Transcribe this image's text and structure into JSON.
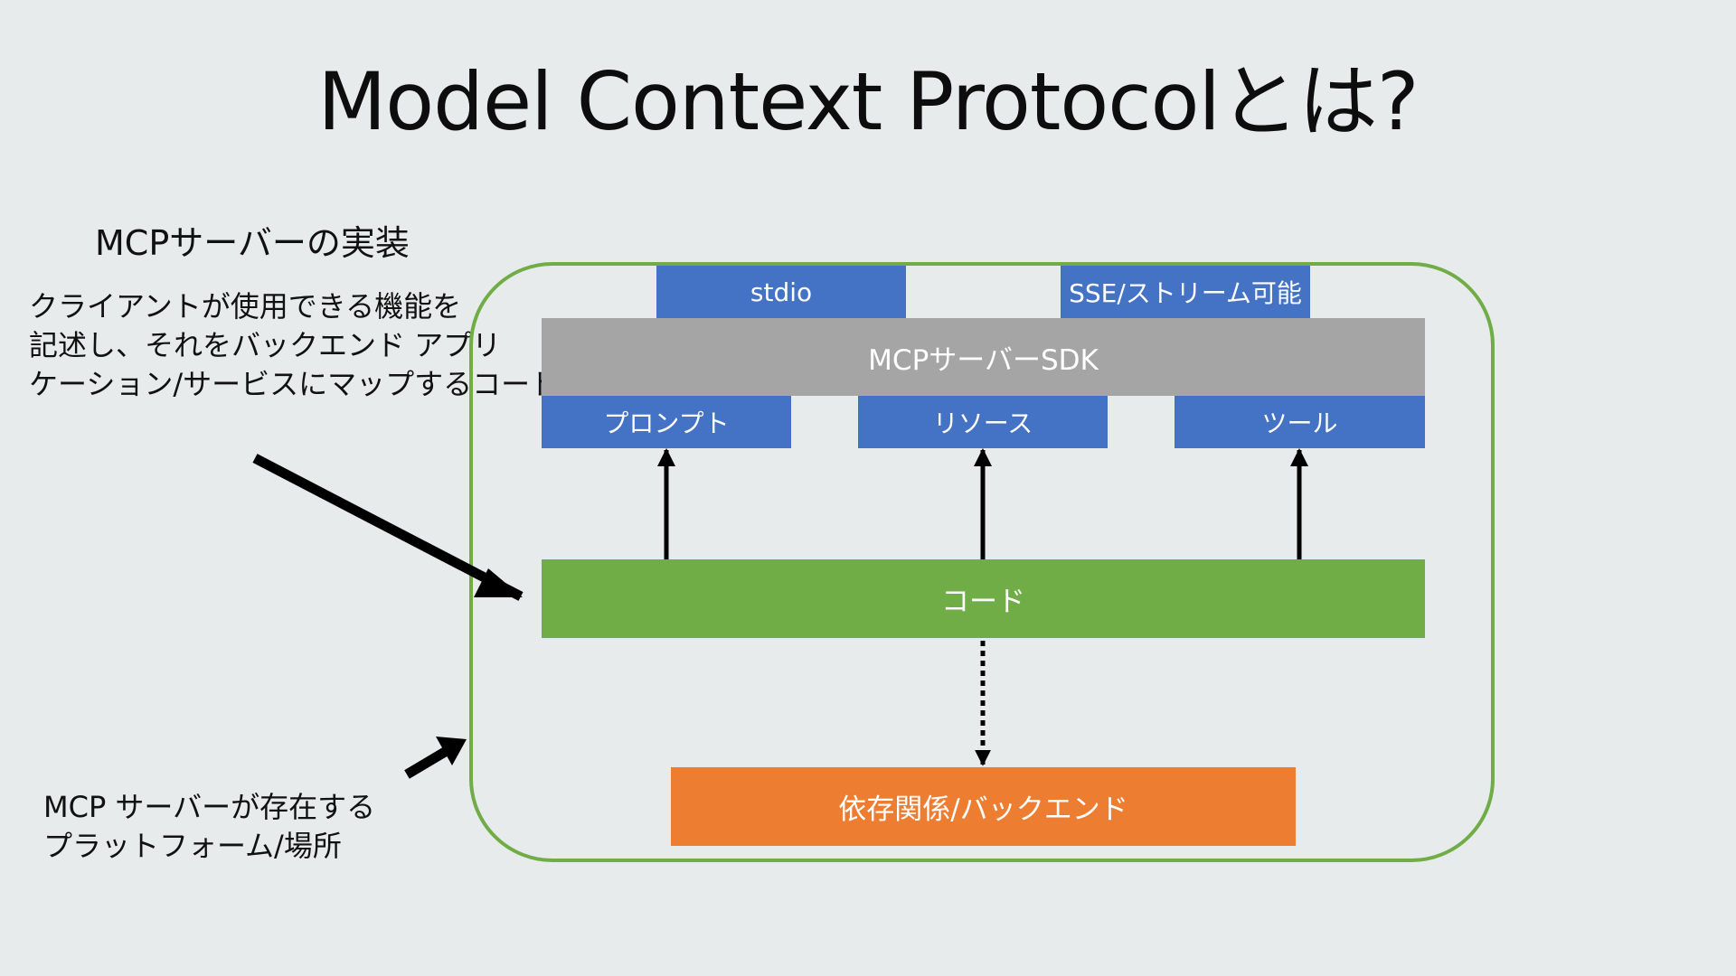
{
  "title": "Model Context Protocolとは?",
  "left_panel": {
    "heading": "MCPサーバーの実装",
    "description_lines": [
      "クライアントが使用できる機能を",
      "記述し、それをバックエンド アプリ",
      "ケーション/サービスにマップするコード"
    ],
    "platform_lines": [
      "MCP サーバーが存在する",
      "プラットフォーム/場所"
    ]
  },
  "diagram": {
    "transports": [
      "stdio",
      "SSE/ストリーム可能"
    ],
    "sdk": "MCPサーバーSDK",
    "capabilities": [
      "プロンプト",
      "リソース",
      "ツール"
    ],
    "code": "コード",
    "backend": "依存関係/バックエンド"
  },
  "colors": {
    "background": "#e8ebeb",
    "container_border": "#70ad47",
    "blue": "#4472c4",
    "gray": "#a5a5a5",
    "green": "#70ad47",
    "orange": "#ed7d31"
  }
}
